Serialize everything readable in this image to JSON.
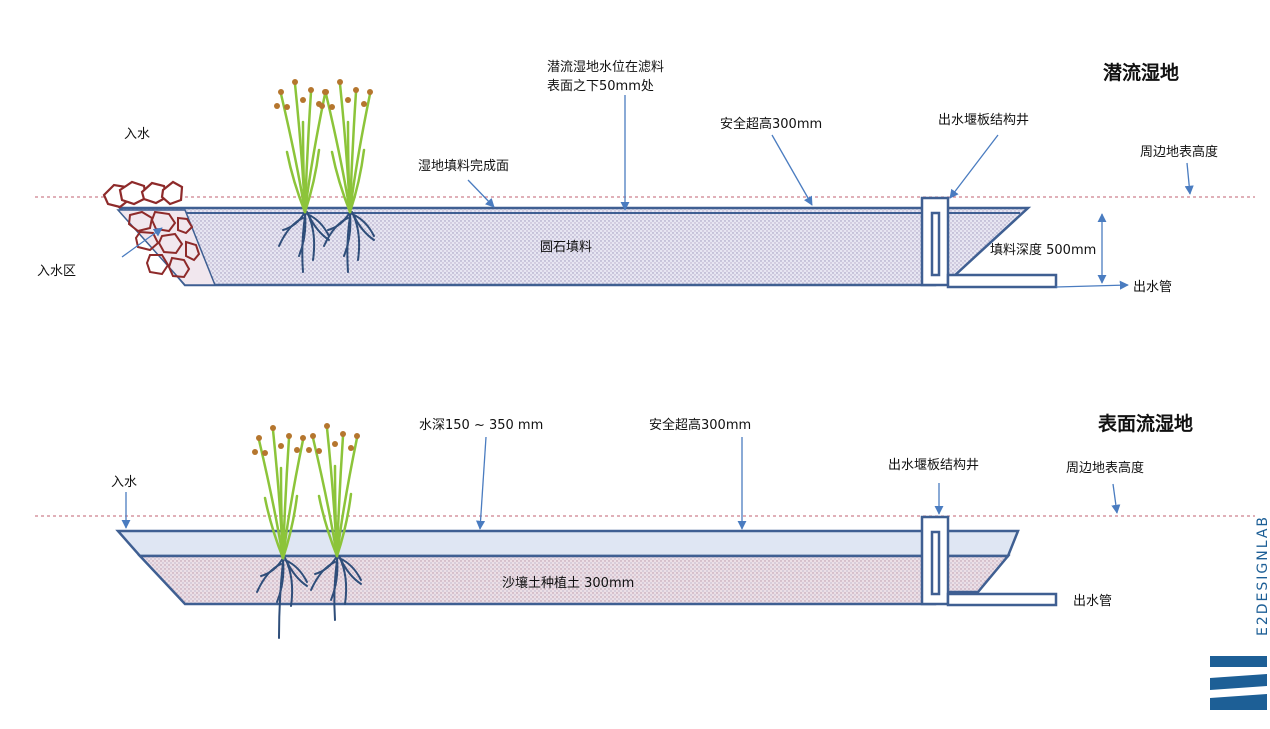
{
  "colors": {
    "outline": "#3f5f92",
    "ground_line": "#c06070",
    "arrow": "#4a7cc0",
    "gravel_fill": "#e7e6f2",
    "water_fill": "#dfe6f3",
    "soil_fill": "#ecdfe6",
    "stone": "#8e2a2a",
    "reed": "#8cc43a",
    "flower": "#b5762e",
    "root": "#2f4e7a",
    "brand": "#1d5f96"
  },
  "subsurface": {
    "title": "潜流湿地",
    "labels": {
      "water_level_line1": "潜流湿地水位在滤料",
      "water_level_line2": "表面之下50mm处",
      "inflow": "入水",
      "inflow_zone": "入水区",
      "fill_surface": "湿地填料完成面",
      "safety_height": "安全超高300mm",
      "weir_well": "出水堰板结构井",
      "ground_level": "周边地表高度",
      "gravel_fill": "圆石填料",
      "fill_depth": "填料深度 500mm",
      "outlet_pipe": "出水管"
    }
  },
  "surface_flow": {
    "title": "表面流湿地",
    "labels": {
      "water_depth": "水深150 ~ 350 mm",
      "safety_height": "安全超高300mm",
      "inflow": "入水",
      "weir_well": "出水堰板结构井",
      "ground_level": "周边地表高度",
      "planting_soil": "沙壤土种植土 300mm",
      "outlet_pipe": "出水管"
    }
  },
  "brand": {
    "text": "E2DESIGNLAB",
    "logo_icon": "e2-logo-icon"
  }
}
